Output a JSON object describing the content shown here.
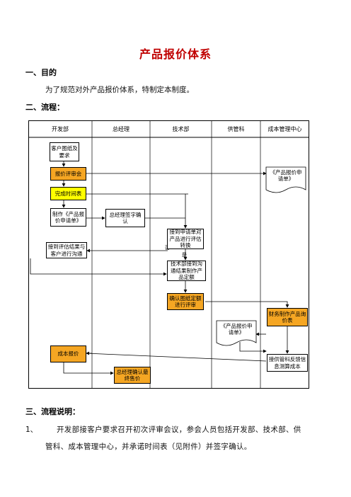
{
  "title": "产品报价体系",
  "section1": {
    "heading": "一、目的",
    "text": "为了规范对外产品报价体系，特制定本制度。"
  },
  "section2": {
    "heading": "二、流程："
  },
  "flowchart": {
    "columns": [
      "开发部",
      "总经理",
      "技术部",
      "供管科",
      "成本管理中心"
    ],
    "nodes": {
      "customer_drawing": "客户图纸及要求",
      "quote_review": "报价评审会",
      "complete_schedule": "完成时间表",
      "make_request": "制作《产品报价申请单》",
      "gm_sign": "总经理签字确认",
      "receive_eval": "接到评估结果与客户进行沟通",
      "tech_receive_request": "接到申请单对产品进行评估转换",
      "tech_receive_comm": "技术部接到沟通结果制作产品定额",
      "confirm_drawing": "确认图纸定额进行评审",
      "finance_sheet": "财务制作产品询价表",
      "cost_quote": "成本报价",
      "receive_feedback": "接供管科反馈信息测算成本",
      "gm_final": "总经理确认最终售价",
      "doc_request_right": "《产品报价申请单》",
      "doc_request_mid": "《产品报价申请单》"
    },
    "label_no": "否",
    "label_yes": "是"
  },
  "section3": {
    "heading": "三、流程说明：",
    "item_number": "1、",
    "item_text_line1": "开发部接客户要求召开初次评审会议，参会人员包括开发部、技术部、供",
    "item_text_line2": "管科、成本管理中心，并承诺时间表（见附件）并签字确认。"
  }
}
